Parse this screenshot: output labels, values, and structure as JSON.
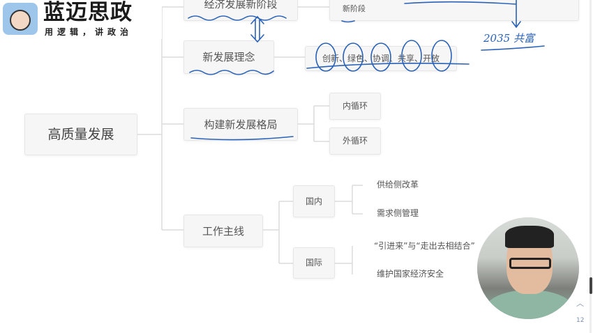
{
  "logo": {
    "title": "蓝迈思政",
    "slogan": "用逻辑，讲政治"
  },
  "mindmap": {
    "root": "高质量发展",
    "branches": [
      {
        "label": "经济发展新阶段",
        "child": "新阶段"
      },
      {
        "label": "新发展理念",
        "child": "创新、绿色、协调、共享、开放"
      },
      {
        "label": "构建新发展格局",
        "children": [
          "内循环",
          "外循环"
        ]
      },
      {
        "label": "工作主线",
        "children": [
          {
            "label": "国内",
            "children": [
              "供给侧改革",
              "需求侧管理"
            ]
          },
          {
            "label": "国际",
            "children": [
              "“引进来”与“走出去相结合”",
              "维护国家经济安全"
            ]
          }
        ]
      }
    ]
  },
  "annotations": {
    "handwritten": "2035 共富"
  },
  "pager": {
    "page": "12"
  },
  "colors": {
    "ink": "#2a62b8"
  }
}
